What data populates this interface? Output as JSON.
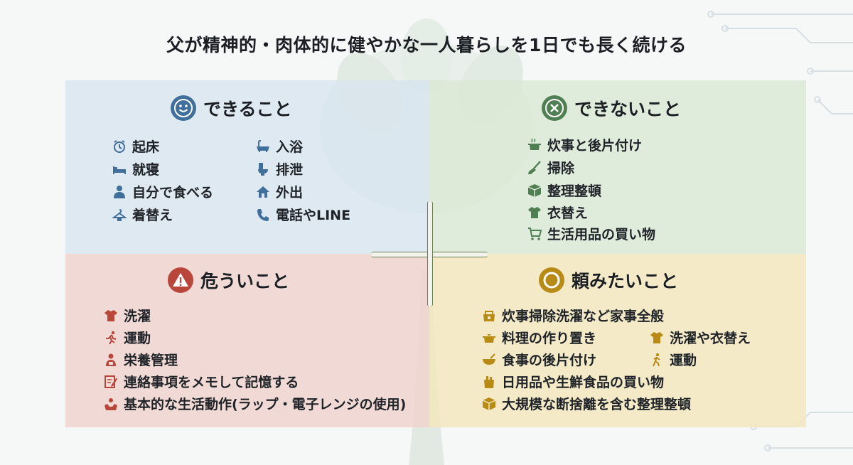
{
  "title": "父が精神的・肉体的に健やかな一人暮らしを1日でも長く続ける",
  "colors": {
    "blue": "#3f6f9a",
    "green": "#4f7f52",
    "red": "#b9463b",
    "gold": "#b88a16"
  },
  "quadrants": {
    "can": {
      "heading": "できること",
      "icon": "smiley-icon",
      "items": [
        {
          "label": "起床",
          "icon": "alarm-clock-icon"
        },
        {
          "label": "就寝",
          "icon": "bed-icon"
        },
        {
          "label": "自分で食べる",
          "icon": "person-eating-icon"
        },
        {
          "label": "着替え",
          "icon": "hanger-icon"
        },
        {
          "label": "入浴",
          "icon": "bathtub-icon"
        },
        {
          "label": "排泄",
          "icon": "toilet-icon"
        },
        {
          "label": "外出",
          "icon": "house-icon"
        },
        {
          "label": "電話やLINE",
          "icon": "phone-icon"
        }
      ]
    },
    "cannot": {
      "heading": "できないこと",
      "icon": "x-circle-icon",
      "items": [
        {
          "label": "炊事と後片付け",
          "icon": "pot-icon"
        },
        {
          "label": "掃除",
          "icon": "broom-icon"
        },
        {
          "label": "整理整頓",
          "icon": "box-icon"
        },
        {
          "label": "衣替え",
          "icon": "shirt-icon"
        },
        {
          "label": "生活用品の買い物",
          "icon": "cart-icon"
        }
      ]
    },
    "risky": {
      "heading": "危ういこと",
      "icon": "warning-icon",
      "items": [
        {
          "label": "洗濯",
          "icon": "shirt-icon"
        },
        {
          "label": "運動",
          "icon": "running-icon"
        },
        {
          "label": "栄養管理",
          "icon": "nutrition-icon"
        },
        {
          "label": "連絡事項をメモして記憶する",
          "icon": "memo-icon"
        },
        {
          "label": "基本的な生活動作(ラップ・電子レンジの使用)",
          "icon": "hands-icon"
        }
      ]
    },
    "request": {
      "heading": "頼みたいこと",
      "icon": "circle-icon",
      "items": [
        {
          "label": "炊事掃除洗濯など家事全般",
          "icon": "house-chores-icon"
        },
        {
          "label": "料理の作り置き",
          "icon": "pot-icon"
        },
        {
          "label": "食事の後片付け",
          "icon": "bowl-icon"
        },
        {
          "label": "日用品や生鮮食品の買い物",
          "icon": "groceries-icon"
        },
        {
          "label": "大規模な断捨離を含む整理整頓",
          "icon": "box-icon"
        },
        {
          "label": "洗濯や衣替え",
          "icon": "shirt-icon"
        },
        {
          "label": "運動",
          "icon": "walking-icon"
        }
      ]
    }
  }
}
